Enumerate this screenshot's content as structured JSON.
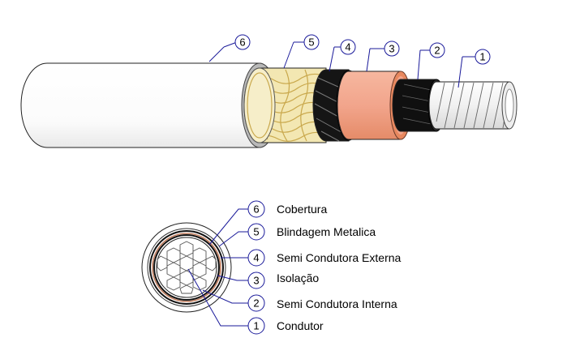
{
  "colors": {
    "jacket": "#ffffff",
    "jacket_cut": "#b9b9b9",
    "metallic_shield": "#f3e7b2",
    "shield_wire": "#c9a84c",
    "outer_semicond": "#151515",
    "insulation": "#f2a58c",
    "insulation_cut": "#e8885f",
    "inner_semicond": "#101010",
    "conductor": "#f2f2f2",
    "leader": "#1a1a9a"
  },
  "top_badges": [
    {
      "number": "6",
      "layer": "cover"
    },
    {
      "number": "5",
      "layer": "metallic-shield"
    },
    {
      "number": "4",
      "layer": "outer-semiconductor"
    },
    {
      "number": "3",
      "layer": "insulation"
    },
    {
      "number": "2",
      "layer": "inner-semiconductor"
    },
    {
      "number": "1",
      "layer": "conductor"
    }
  ],
  "legend": [
    {
      "number": "6",
      "label": "Cobertura"
    },
    {
      "number": "5",
      "label": "Blindagem Metalica"
    },
    {
      "number": "4",
      "label": "Semi Condutora Externa"
    },
    {
      "number": "3",
      "label": "Isolação"
    },
    {
      "number": "2",
      "label": "Semi Condutora Interna"
    },
    {
      "number": "1",
      "label": "Condutor"
    }
  ]
}
